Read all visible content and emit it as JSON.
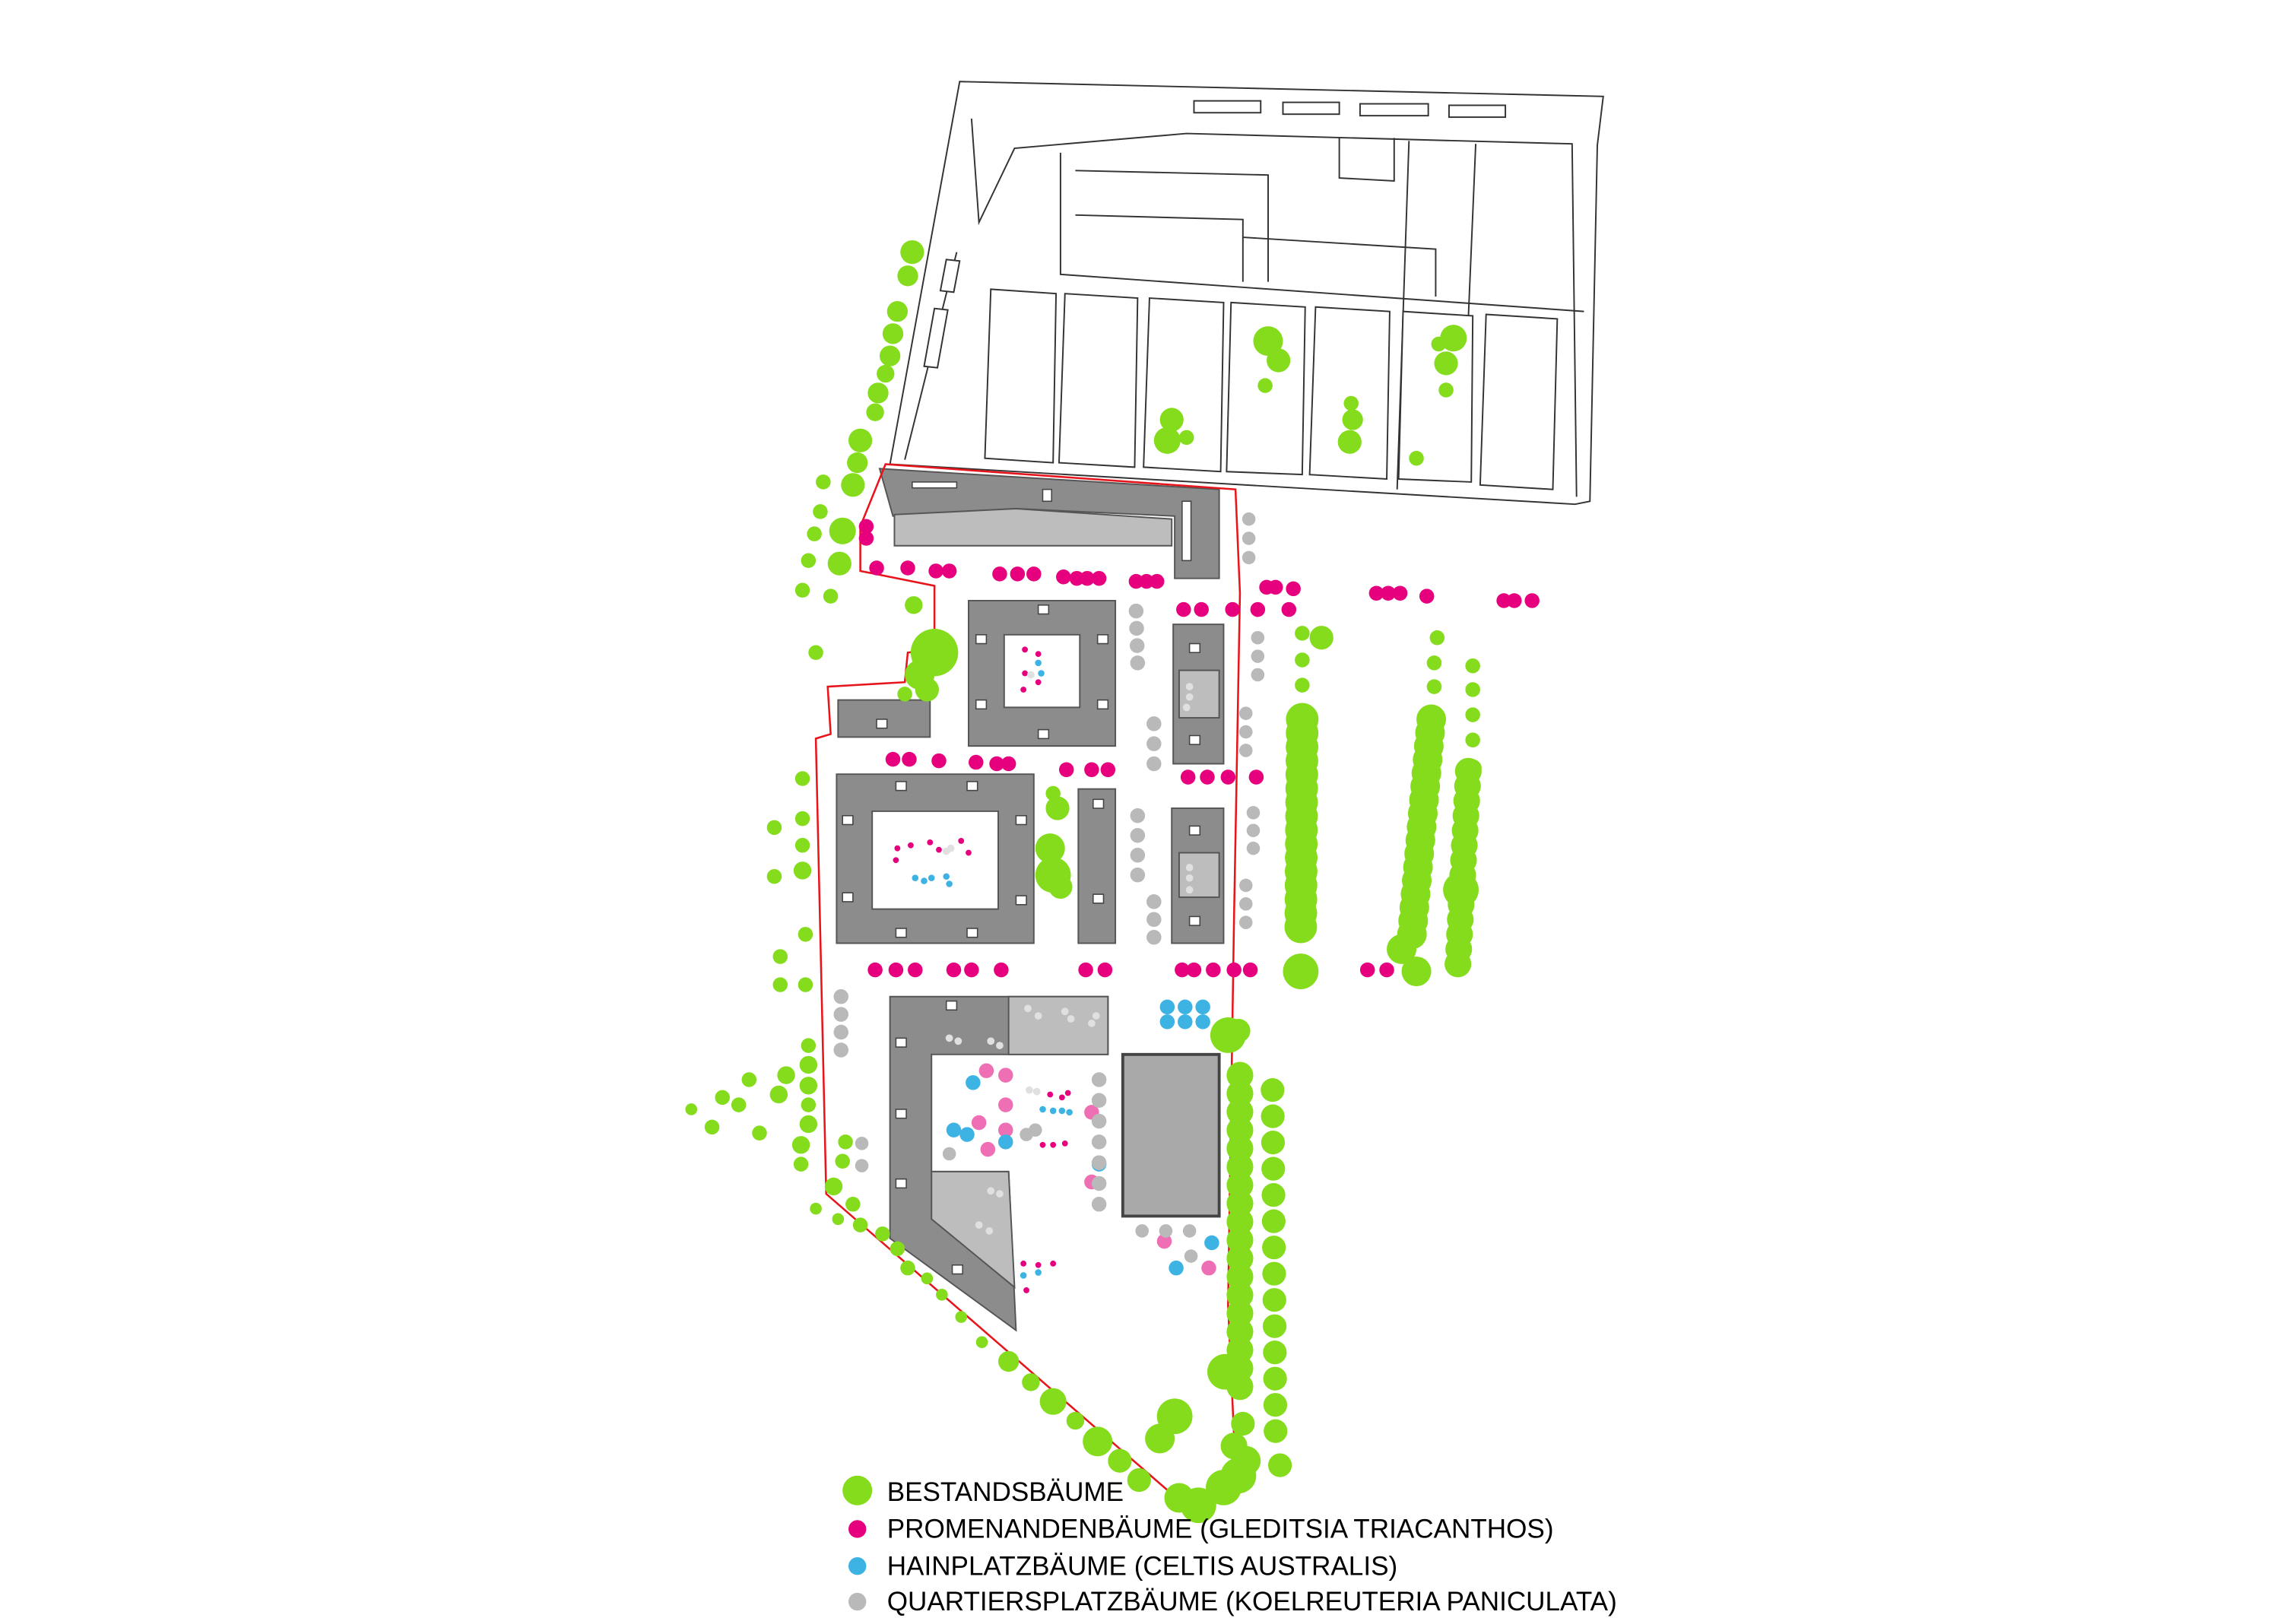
{
  "colors": {
    "existing_tree": "#84dc1c",
    "promenade_tree": "#e6007e",
    "grove_tree": "#3db3e4",
    "quarter_tree": "#b9b9b9",
    "boundary": "#e8141b",
    "building_dark": "#8c8c8c",
    "building_light": "#bdbdbd"
  },
  "legend": {
    "items": [
      {
        "label": "BESTANDSBÄUME",
        "color_key": "existing_tree"
      },
      {
        "label": "PROMENANDENBÄUME (GLEDITSIA TRIACANTHOS)",
        "color_key": "promenade_tree"
      },
      {
        "label": "HAINPLATZBÄUME (CELTIS AUSTRALIS)",
        "color_key": "grove_tree"
      },
      {
        "label": "QUARTIERSPLATZBÄUME (KOELREUTERIA PANICULATA)",
        "color_key": "quarter_tree"
      }
    ]
  }
}
